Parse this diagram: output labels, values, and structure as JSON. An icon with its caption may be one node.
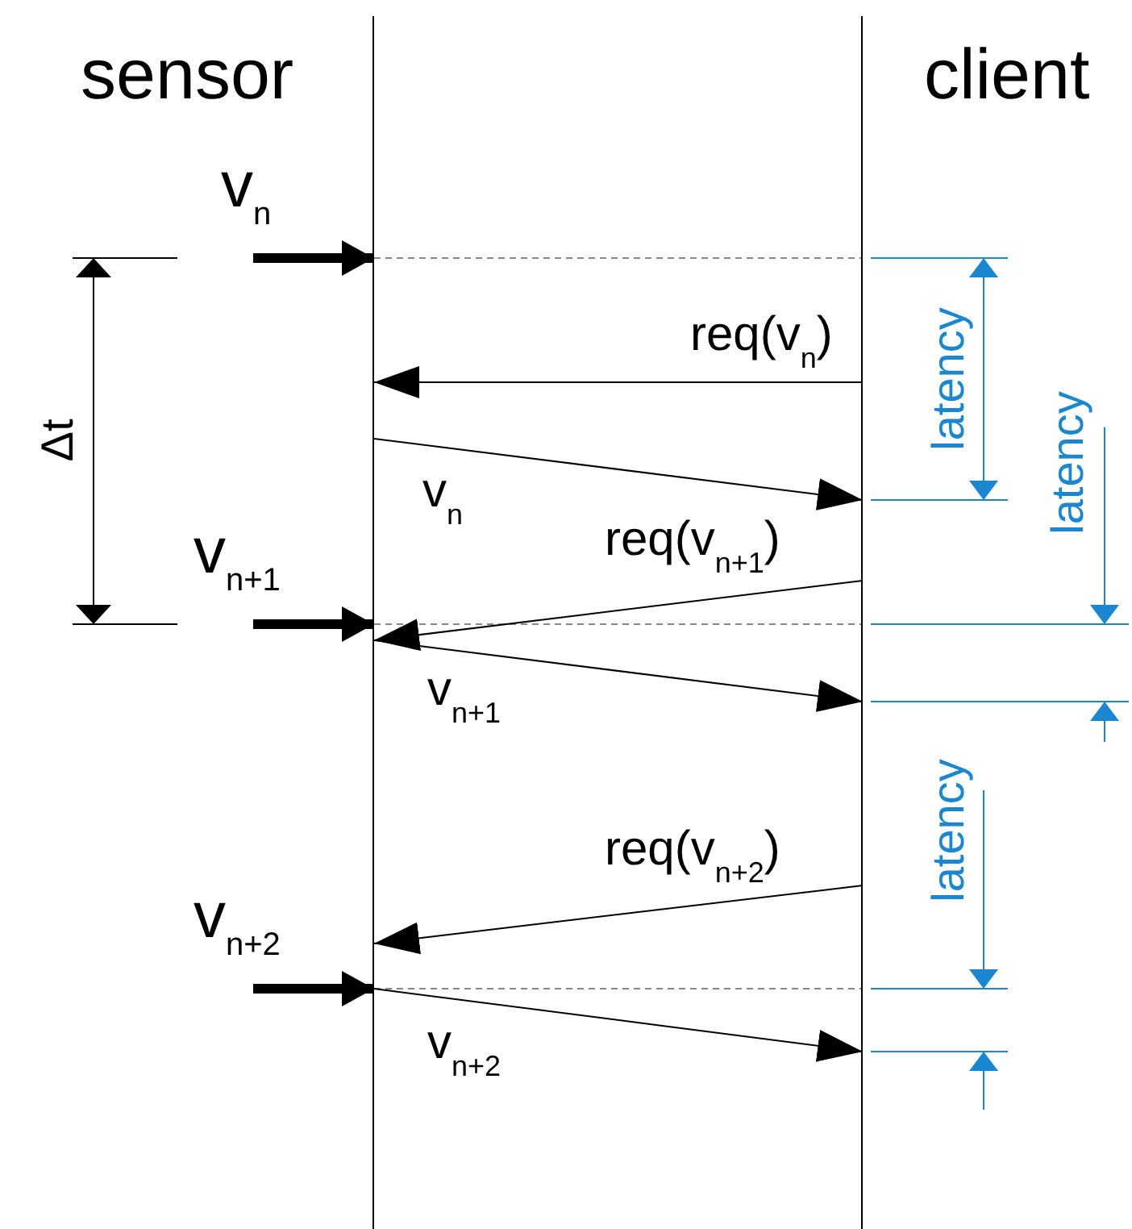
{
  "diagram": {
    "nodes": [
      {
        "text": [
          "sensor"
        ]
      },
      {
        "text": [
          "client"
        ]
      }
    ],
    "edges": [
      {
        "from": null,
        "to": 0,
        "arrow": "to",
        "label": "v$_{n}$",
        "style": "thick"
      },
      {
        "from": 1,
        "to": 0,
        "arrow": "to",
        "label": "req(v$_{n}$)"
      },
      {
        "from": 0,
        "to": 1,
        "arrow": "to",
        "label": "v$_{n}$"
      },
      {
        "from": null,
        "to": 0,
        "arrow": "to",
        "label": "v$_{n+1}$",
        "style": "thick"
      },
      {
        "from": 1,
        "to": 0,
        "arrow": "to",
        "label": "req(v$_{n+1}$)"
      },
      {
        "from": 0,
        "to": 1,
        "arrow": "to",
        "label": "v$_{n+1}$"
      },
      {
        "from": 1,
        "to": 0,
        "arrow": "to",
        "label": "req(v$_{n+2}$)"
      },
      {
        "from": null,
        "to": 0,
        "arrow": "to",
        "label": "v$_{n+2}$",
        "style": "thick"
      },
      {
        "from": 0,
        "to": 1,
        "arrow": "to",
        "label": "v$_{n+2}$"
      }
    ],
    "labels": [
      "Δt",
      "latency",
      "latency",
      "latency"
    ]
  }
}
